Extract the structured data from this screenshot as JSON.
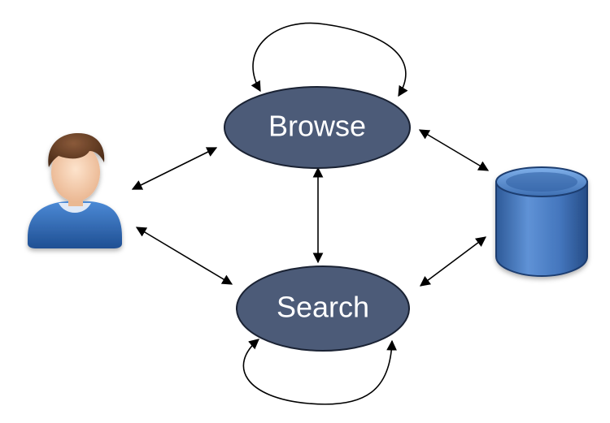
{
  "diagram": {
    "nodes": {
      "browse": {
        "label": "Browse"
      },
      "search": {
        "label": "Search"
      }
    },
    "icons": {
      "user": "user-icon",
      "database": "database-icon"
    },
    "colors": {
      "node_fill": "#4c5b78",
      "node_stroke": "#1a2233",
      "db_blue": "#3f6fb2",
      "shirt_blue": "#2f68b5"
    },
    "edges": [
      {
        "from": "user",
        "to": "browse"
      },
      {
        "from": "user",
        "to": "search"
      },
      {
        "from": "browse",
        "to": "search"
      },
      {
        "from": "browse",
        "to": "database"
      },
      {
        "from": "search",
        "to": "database"
      },
      {
        "from": "browse",
        "to": "browse"
      },
      {
        "from": "search",
        "to": "search"
      }
    ]
  }
}
